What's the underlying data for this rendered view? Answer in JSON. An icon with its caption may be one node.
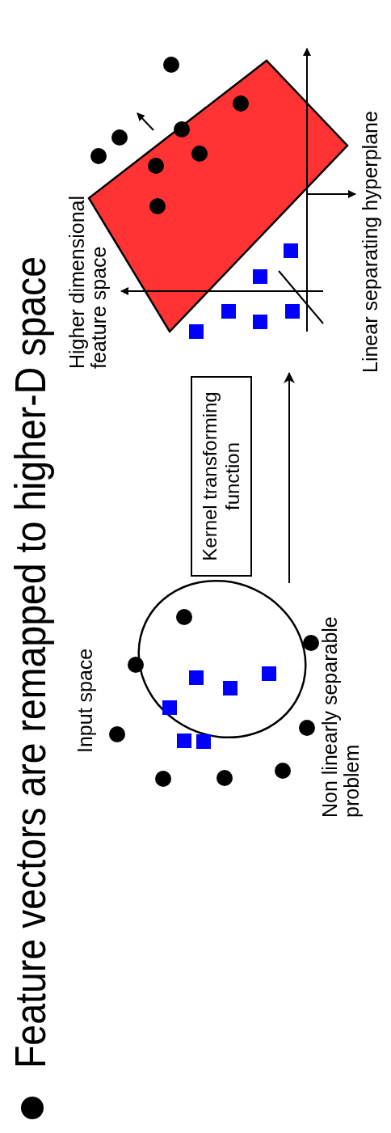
{
  "diagram": {
    "title": "Feature vectors are remapped to higher-D space",
    "nodes": [
      {
        "text": [
          "Input space",
          "Non linearly separable problem"
        ]
      },
      {
        "text": [
          "Higher dimensional feature space",
          "Linear separating hyperplane"
        ]
      }
    ],
    "edges": [
      {
        "from": 0,
        "to": 1,
        "arrow": "to",
        "label": "Kernel transforming function"
      }
    ]
  }
}
